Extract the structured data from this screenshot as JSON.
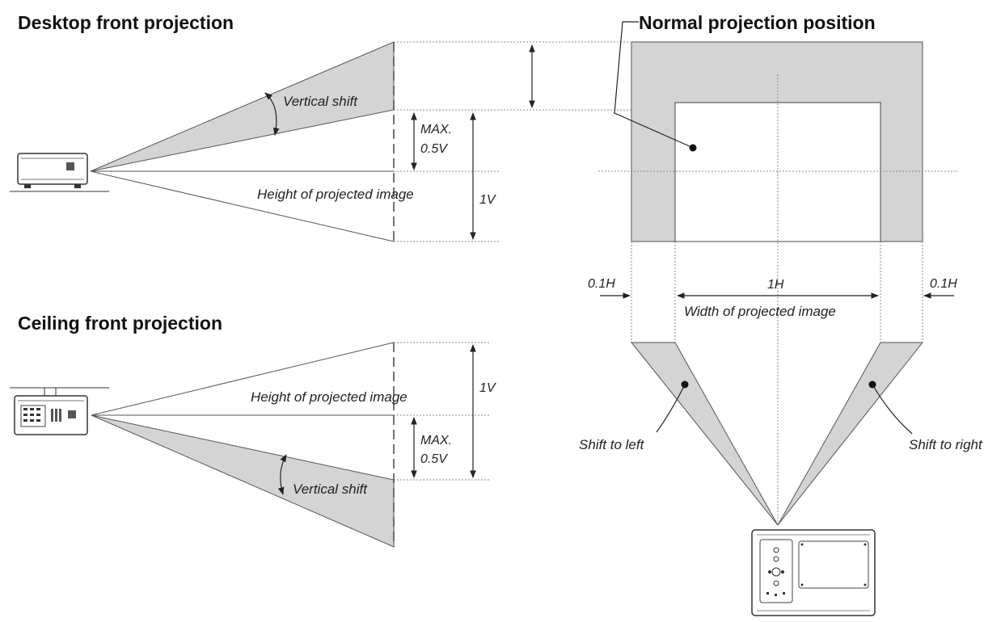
{
  "headings": {
    "desktop": "Desktop front projection",
    "ceiling": "Ceiling front projection",
    "normal": "Normal projection position"
  },
  "labels": {
    "vertical_shift": "Vertical shift",
    "height_image": "Height of projected image",
    "max": "MAX.",
    "half_v": "0.5V",
    "one_v": "1V",
    "one_h": "1H",
    "tenth_h": "0.1H",
    "width_image": "Width of projected image",
    "shift_left": "Shift to left",
    "shift_right": "Shift to right"
  },
  "colors": {
    "shade": "#d4d4d4",
    "line": "#333333"
  }
}
